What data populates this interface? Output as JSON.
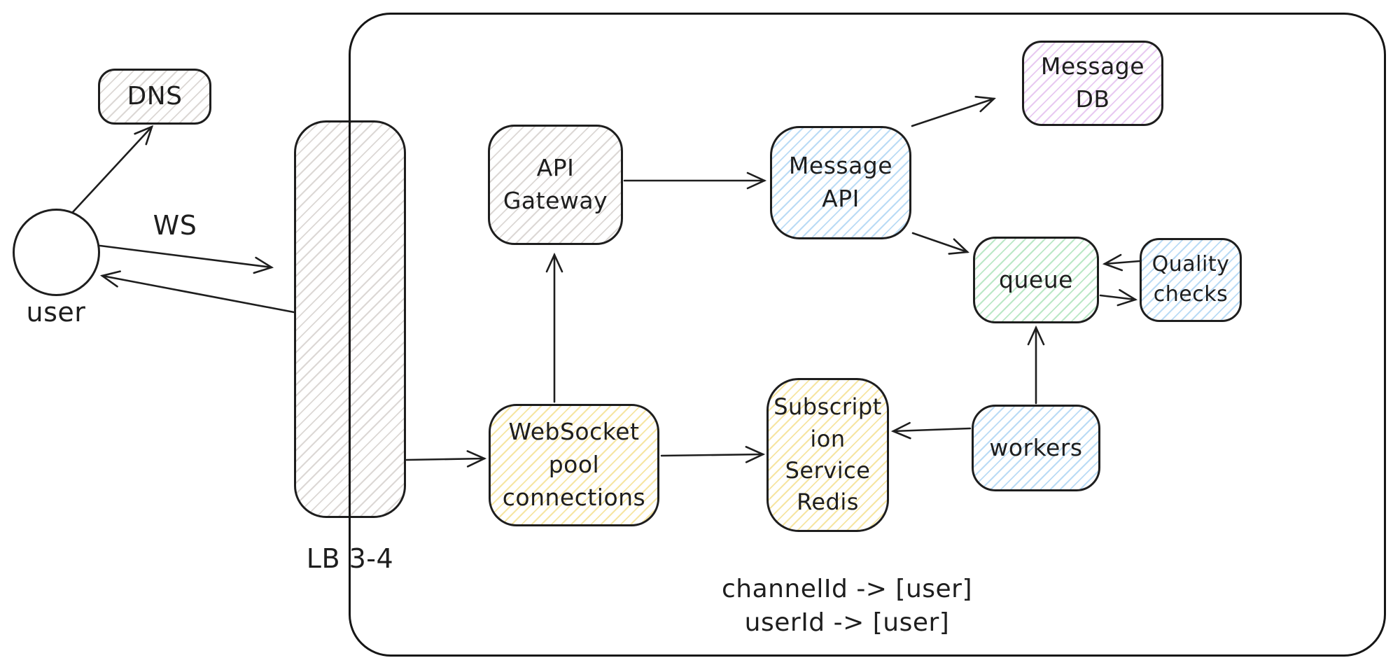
{
  "diagram": {
    "nodes": {
      "dns": {
        "label": "DNS",
        "fill": "gray"
      },
      "user": {
        "label": "user",
        "fill": "white"
      },
      "lb": {
        "label": "LB 3-4",
        "fill": "gray"
      },
      "api_gateway": {
        "label": "API\nGateway",
        "fill": "gray"
      },
      "message_api": {
        "label": "Message\nAPI",
        "fill": "blue"
      },
      "message_db": {
        "label": "Message\nDB",
        "fill": "violet"
      },
      "queue": {
        "label": "queue",
        "fill": "green"
      },
      "quality_checks": {
        "label": "Quality\nchecks",
        "fill": "blue"
      },
      "websocket_pool": {
        "label": "WebSocket\npool\nconnections",
        "fill": "yellow"
      },
      "subscription": {
        "label": "Subscript\nion\nService\nRedis",
        "fill": "yellow"
      },
      "workers": {
        "label": "workers",
        "fill": "blue"
      }
    },
    "edge_labels": {
      "ws": "WS"
    },
    "annotation": "channelId -> [user]\nuserId -> [user]",
    "palette": {
      "stroke": "#1e1e1e",
      "gray_hatch": "#a89c96",
      "blue_hatch": "#5baae8",
      "green_hatch": "#54c470",
      "yellow_hatch": "#ecc630",
      "violet_hatch": "#c780de"
    }
  }
}
